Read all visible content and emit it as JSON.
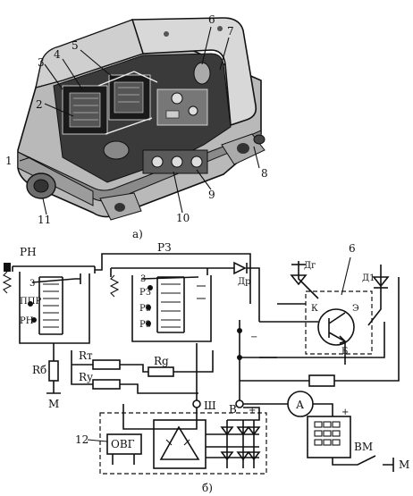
{
  "captions": {
    "a": "а)",
    "b": "б)"
  },
  "part_numbers": [
    "1",
    "2",
    "3",
    "4",
    "5",
    "6",
    "7",
    "8",
    "9",
    "10",
    "11"
  ],
  "schematic_labels": {
    "rn": "РН",
    "rz": "РЗ",
    "ppr": "ППР",
    "rn_coil": "РН",
    "n3_left": "3",
    "n3_right": "3",
    "rz_contacts": [
      "РЗ",
      "РЗ",
      "РЗ"
    ],
    "dr": "Др",
    "dg": "Дг",
    "d1": "Д1",
    "n6": "6",
    "k": "К",
    "e": "Э",
    "b_base": "Б",
    "rb": "Rб",
    "rt": "Rт",
    "rg": "Rg",
    "ry": "Rу",
    "m_left": "М",
    "sh": "Ш",
    "v": "В",
    "plus_v": "+",
    "minus_v": "−",
    "ammeter": "А",
    "n12": "12",
    "ovg": "ОВГ",
    "plus_bat": "+",
    "vm": "ВМ",
    "m_right": "М"
  }
}
